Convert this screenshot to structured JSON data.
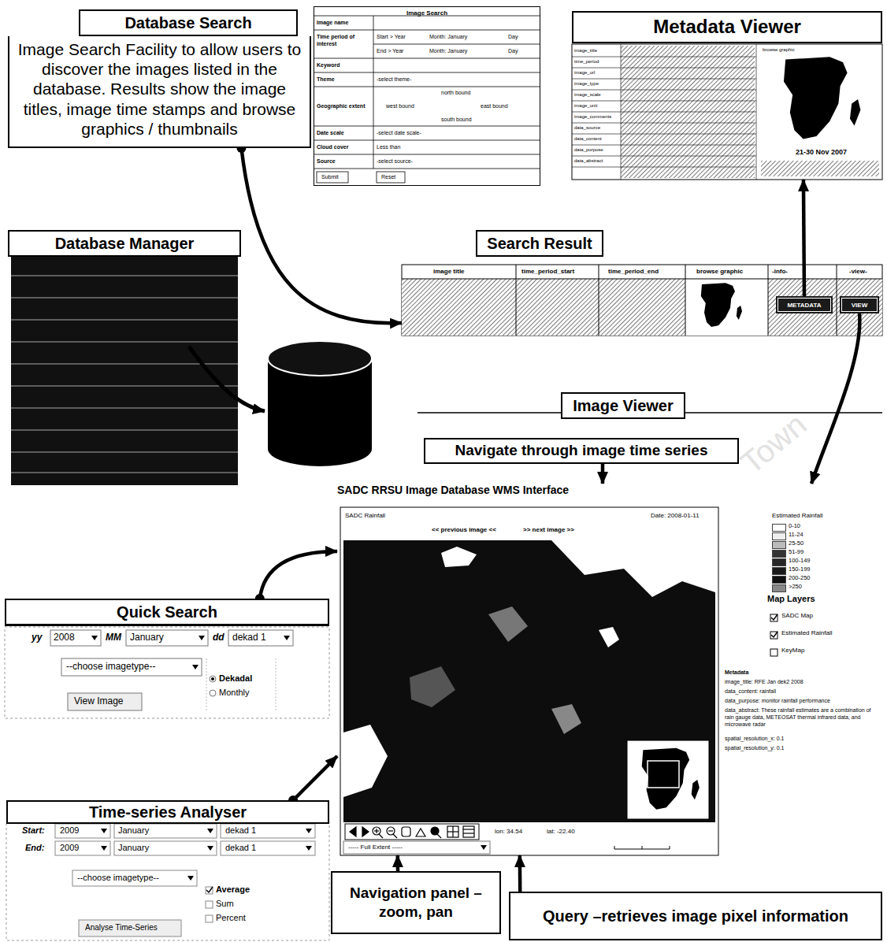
{
  "diagram": {
    "nodes": [
      {
        "text": [
          "Database Search",
          "Image Search Facility to allow users to discover the images listed in the database. Results show the image titles, image time stamps and browse graphics / thumbnails"
        ]
      },
      {
        "text": [
          "Image Search"
        ]
      },
      {
        "text": [
          "Metadata Viewer"
        ]
      },
      {
        "text": [
          "Database Manager"
        ]
      },
      {
        "text": [
          "Search Result"
        ]
      },
      {
        "text": [
          "METADATA"
        ],
        "in": 4
      },
      {
        "text": [
          "VIEW"
        ],
        "in": 4
      },
      {
        "text": [
          "Image Viewer"
        ]
      },
      {
        "text": [
          "Navigate through image time series"
        ]
      },
      {
        "text": [
          "SADC RRSU Image Database WMS Interface"
        ]
      },
      {
        "text": [
          "Quick Search"
        ]
      },
      {
        "text": [
          "Time-series Analyser"
        ]
      },
      {
        "text": [
          "Navigation panel – zoom, pan"
        ]
      },
      {
        "text": [
          "Query –retrieves image pixel information"
        ]
      }
    ],
    "edges": [
      {
        "from": 0,
        "to": 4,
        "arrow": "to"
      },
      {
        "from": 5,
        "to": 2,
        "arrow": "to"
      },
      {
        "from": 6,
        "to": 9,
        "arrow": "to"
      },
      {
        "from": 8,
        "to": 9,
        "arrow": "to"
      },
      {
        "from": 10,
        "to": 9,
        "arrow": "to"
      },
      {
        "from": 11,
        "to": 9,
        "arrow": "to"
      },
      {
        "from": 12,
        "to": 9,
        "arrow": "to"
      },
      {
        "from": 13,
        "to": 9,
        "arrow": "to"
      }
    ],
    "labels": [
      "Image name",
      "Time period of interest",
      "Start > Year",
      "Month: January",
      "Day",
      "End > Year",
      "Month: January",
      "Day",
      "Keyword",
      "Theme",
      "-select theme-",
      "north bound",
      "Geographic extent",
      "west bound",
      "east bound",
      "south bound",
      "Date scale",
      "-select date scale-",
      "Cloud cover",
      "Less than",
      "Source",
      "-select source-",
      "Submit",
      "Reset",
      "image_title",
      "time_period",
      "image_url",
      "image_type",
      "image_scale",
      "image_unit",
      "image_comments",
      "data_source",
      "data_content",
      "data_purpose",
      "data_abstract",
      "browse graphic",
      "21-30 Nov 2007",
      "image title",
      "time_period_start",
      "time_period_end",
      "browse graphic",
      "-info-",
      "-view-",
      "SADC Rainfall",
      "Date: 2008-01-11",
      "<< previous image <<",
      ">> next image >>",
      "lon: 34.54",
      "lat: -22.40",
      "----- Full Extent -----",
      "Estimated Rainfall",
      "Map Layers",
      "SADC Map",
      "Estimated Rainfall",
      "KeyMap",
      "Metadata",
      "image_title: RFE Jan dek2 2008",
      "data_content: rainfall",
      "data_purpose: monitor rainfall performance",
      "data_abstract: These rainfall estimates are a combination of rain gauge data, METEOSAT thermal infrared data, and microwave radar",
      "spatial_resolution_x: 0.1",
      "spatial_resolution_y: 0.1",
      "yy",
      "2008",
      "MM",
      "January",
      "dd",
      "dekad 1",
      "--choose imagetype--",
      "Dekadal",
      "Monthly",
      "View Image",
      "Start:",
      "2009",
      "January",
      "dekad 1",
      "End:",
      "2009",
      "January",
      "dekad 1",
      "--choose imagetype--",
      "Average",
      "Sum",
      "Percent",
      "Analyse Time-Series",
      "Town"
    ],
    "legend": [
      {
        "text": "0-10",
        "color": "#ffffff"
      },
      {
        "text": "11-24",
        "color": "#eeeeee"
      },
      {
        "text": "25-50",
        "color": "#bbbbbb"
      },
      {
        "text": "51-99",
        "color": "#333333"
      },
      {
        "text": "100-149",
        "color": "#262626"
      },
      {
        "text": "150-199",
        "color": "#1a1a1a"
      },
      {
        "text": "200-250",
        "color": "#101010"
      },
      {
        "text": ">250",
        "color": "#888888"
      }
    ]
  }
}
